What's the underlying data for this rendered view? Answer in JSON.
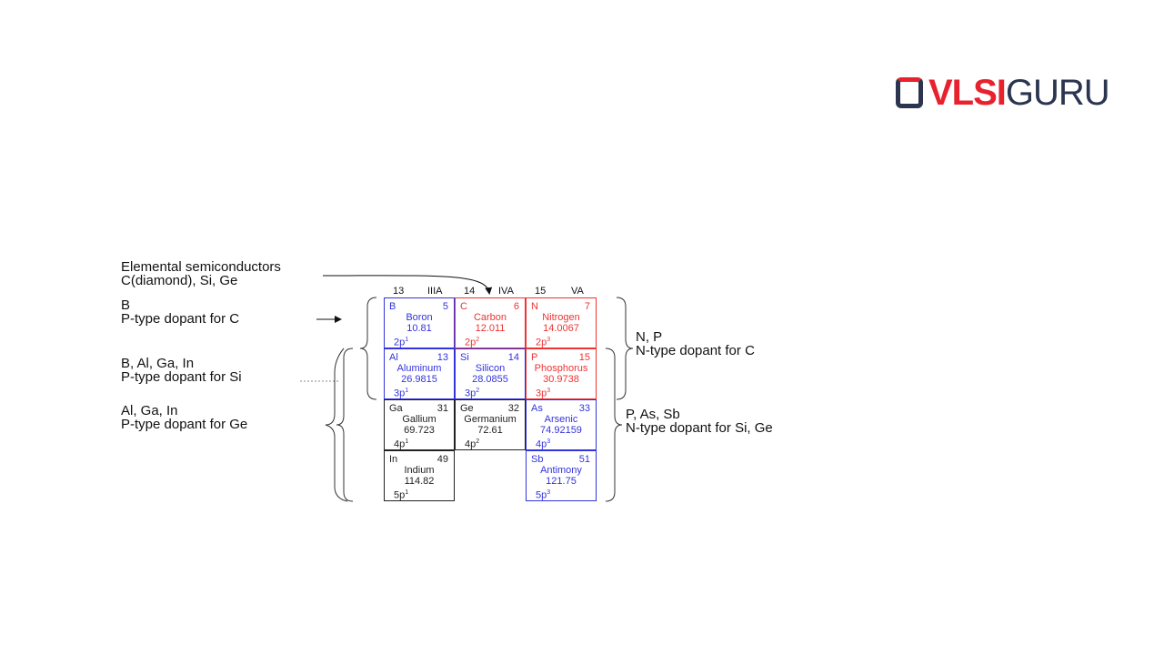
{
  "logo": {
    "part1": "VLSI",
    "part2": "GURU",
    "accent": "#e8212e",
    "dark": "#2b3550"
  },
  "labels": {
    "elemental_title": "Elemental semiconductors",
    "elemental_list": "C(diamond), Si, Ge",
    "b": "B",
    "b_desc": "P-type dopant for C",
    "bal": "B, Al, Ga, In",
    "bal_desc": "P-type dopant for Si",
    "alg": "Al, Ga, In",
    "alg_desc": "P-type dopant for Ge",
    "np": "N, P",
    "np_desc": "N-type dopant for C",
    "pas": "P, As, Sb",
    "pas_desc": "N-type dopant for Si, Ge"
  },
  "groups": [
    "13",
    "IIIA",
    "14",
    "IVA",
    "15",
    "VA"
  ],
  "cells": [
    {
      "sym": "B",
      "num": "5",
      "name": "Boron",
      "mass": "10.81",
      "cfg": "2p",
      "sup": "1"
    },
    {
      "sym": "C",
      "num": "6",
      "name": "Carbon",
      "mass": "12.011",
      "cfg": "2p",
      "sup": "2"
    },
    {
      "sym": "N",
      "num": "7",
      "name": "Nitrogen",
      "mass": "14.0067",
      "cfg": "2p",
      "sup": "3"
    },
    {
      "sym": "Al",
      "num": "13",
      "name": "Aluminum",
      "mass": "26.9815",
      "cfg": "3p",
      "sup": "1"
    },
    {
      "sym": "Si",
      "num": "14",
      "name": "Silicon",
      "mass": "28.0855",
      "cfg": "3p",
      "sup": "2"
    },
    {
      "sym": "P",
      "num": "15",
      "name": "Phosphorus",
      "mass": "30.9738",
      "cfg": "3p",
      "sup": "3"
    },
    {
      "sym": "Ga",
      "num": "31",
      "name": "Gallium",
      "mass": "69.723",
      "cfg": "4p",
      "sup": "1"
    },
    {
      "sym": "Ge",
      "num": "32",
      "name": "Germanium",
      "mass": "72.61",
      "cfg": "4p",
      "sup": "2"
    },
    {
      "sym": "As",
      "num": "33",
      "name": "Arsenic",
      "mass": "74.92159",
      "cfg": "4p",
      "sup": "3"
    },
    {
      "sym": "In",
      "num": "49",
      "name": "Indium",
      "mass": "114.82",
      "cfg": "5p",
      "sup": "1"
    },
    {
      "sym": "Sb",
      "num": "51",
      "name": "Antimony",
      "mass": "121.75",
      "cfg": "5p",
      "sup": "3"
    }
  ]
}
